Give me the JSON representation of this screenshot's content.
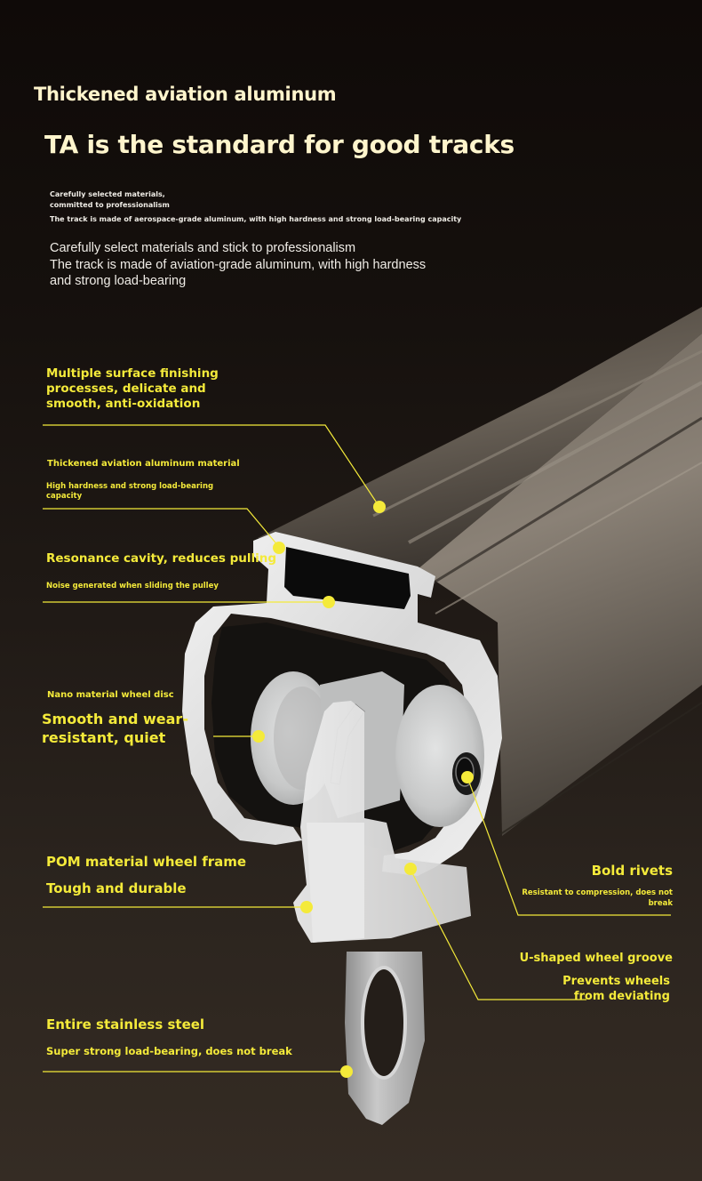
{
  "header": {
    "kicker": "Thickened aviation aluminum",
    "title": "TA is the standard for good tracks",
    "small_intro_line1": "Carefully selected materials,\ncommitted to professionalism",
    "small_intro_line2": "The track is made of aerospace-grade aluminum, with high hardness and strong load-bearing capacity",
    "intro_body": "Carefully select materials and stick to professionalism\nThe track is made of aviation-grade aluminum, with high hardness\nand strong load-bearing"
  },
  "callouts": [
    {
      "id": "surface-finishing",
      "title": "Multiple surface finishing\nprocesses, delicate and\nsmooth, anti-oxidation"
    },
    {
      "id": "aluminum-material",
      "title": "Thickened aviation aluminum material",
      "subtitle": "High hardness and strong load-bearing\ncapacity"
    },
    {
      "id": "resonance-cavity",
      "title": "Resonance cavity, reduces pulling",
      "subtitle": "Noise generated when sliding the pulley"
    },
    {
      "id": "wheel-disc",
      "title": "Nano material wheel disc",
      "subtitle": "Smooth and wear-\nresistant, quiet"
    },
    {
      "id": "wheel-frame",
      "title": "POM material wheel frame",
      "subtitle": "Tough and durable"
    },
    {
      "id": "stainless-steel",
      "title": "Entire stainless steel",
      "subtitle": "Super strong load-bearing, does not break"
    },
    {
      "id": "bold-rivets",
      "title": "Bold rivets",
      "subtitle": "Resistant to compression, does not\nbreak"
    },
    {
      "id": "wheel-groove",
      "title": "U-shaped wheel groove",
      "subtitle": "Prevents wheels\nfrom deviating"
    }
  ],
  "colors": {
    "accent_yellow": "#f4ea3a",
    "heading_cream": "#fff5cc",
    "background_top": "#0f0a08",
    "background_bottom": "#352c24",
    "track_body": "#5e564c",
    "profile_silver": "#e6e6e6",
    "wheel_nylon": "#cfd0d0"
  },
  "icons": {
    "callout_marker": "yellow-dot-marker"
  }
}
